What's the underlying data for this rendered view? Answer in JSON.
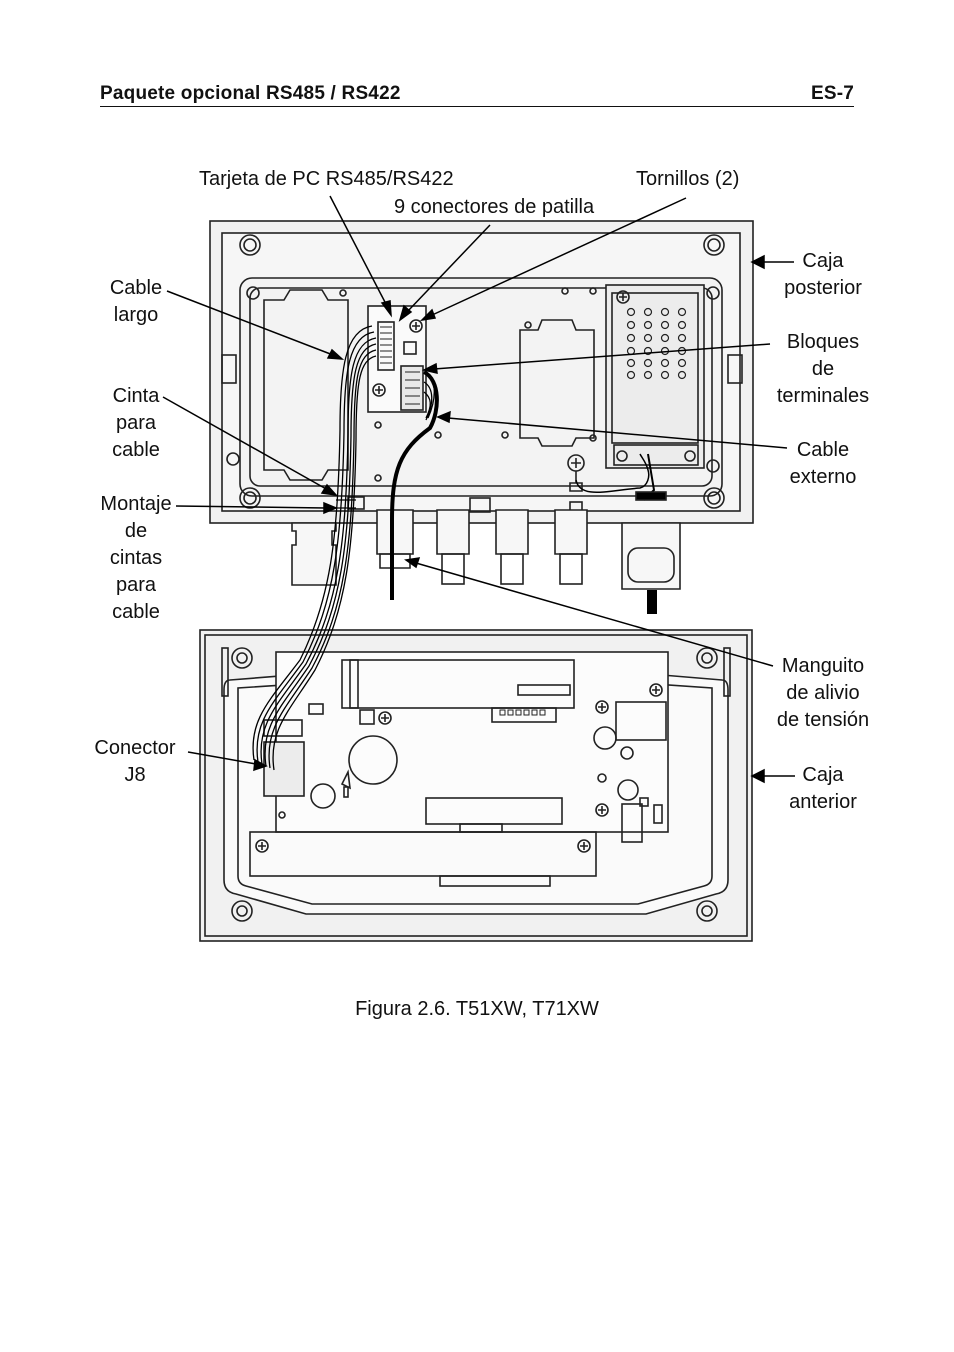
{
  "header": {
    "section_title": "Paquete opcional RS485 / RS422",
    "page_number": "ES-7"
  },
  "figure": {
    "labels": {
      "tarjeta_pc": "Tarjeta de PC RS485/RS422",
      "conectores": "9 conectores de patilla",
      "tornillos": "Tornillos (2)",
      "caja_posterior_1": "Caja",
      "caja_posterior_2": "posterior",
      "cable_largo_1": "Cable",
      "cable_largo_2": "largo",
      "bloques_1": "Bloques",
      "bloques_2": "de",
      "bloques_3": "terminales",
      "cinta_1": "Cinta",
      "cinta_2": "para",
      "cinta_3": "cable",
      "cable_externo_1": "Cable",
      "cable_externo_2": "externo",
      "montaje_1": "Montaje",
      "montaje_2": "de",
      "montaje_3": "cintas",
      "montaje_4": "para",
      "montaje_5": "cable",
      "manguito_1": "Manguito",
      "manguito_2": "de alivio",
      "manguito_3": "de tensión",
      "conector_1": "Conector",
      "conector_2": "J8",
      "caja_anterior_1": "Caja",
      "caja_anterior_2": "anterior"
    },
    "caption": "Figura 2.6. T51XW, T71XW"
  }
}
